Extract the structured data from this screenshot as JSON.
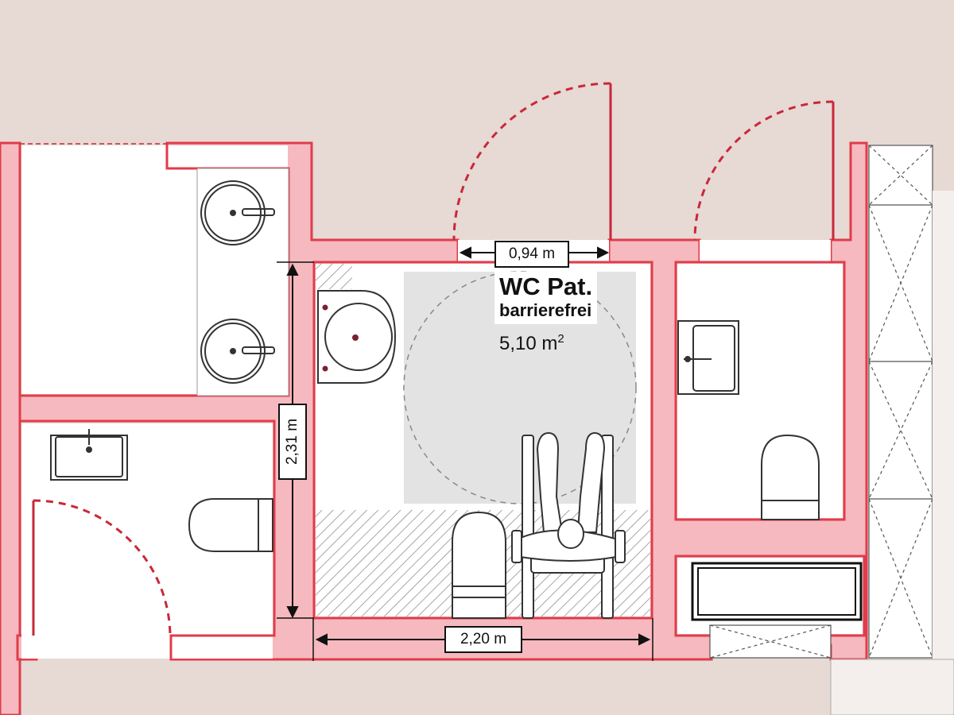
{
  "colors": {
    "background": "#e7d9d4",
    "wall_fill": "#f5b9bf",
    "wall_stroke": "#e23b4a",
    "door_swing": "#c8283a",
    "turning_area": "#e3e3e3",
    "hatch": "#8a8a8a"
  },
  "rooms": {
    "wc_pat": {
      "title": "WC Pat.",
      "subtitle": "barrierefrei",
      "area_value": "5,10 m",
      "area_exponent": "2"
    }
  },
  "dimensions": {
    "door_width": "0,94 m",
    "room_width": "2,20 m",
    "room_depth": "2,31 m"
  },
  "icons": [
    "washbasin-icon",
    "toilet-icon",
    "wheelchair-user-icon",
    "bathtub-icon",
    "turning-circle-icon",
    "door-swing-icon"
  ]
}
